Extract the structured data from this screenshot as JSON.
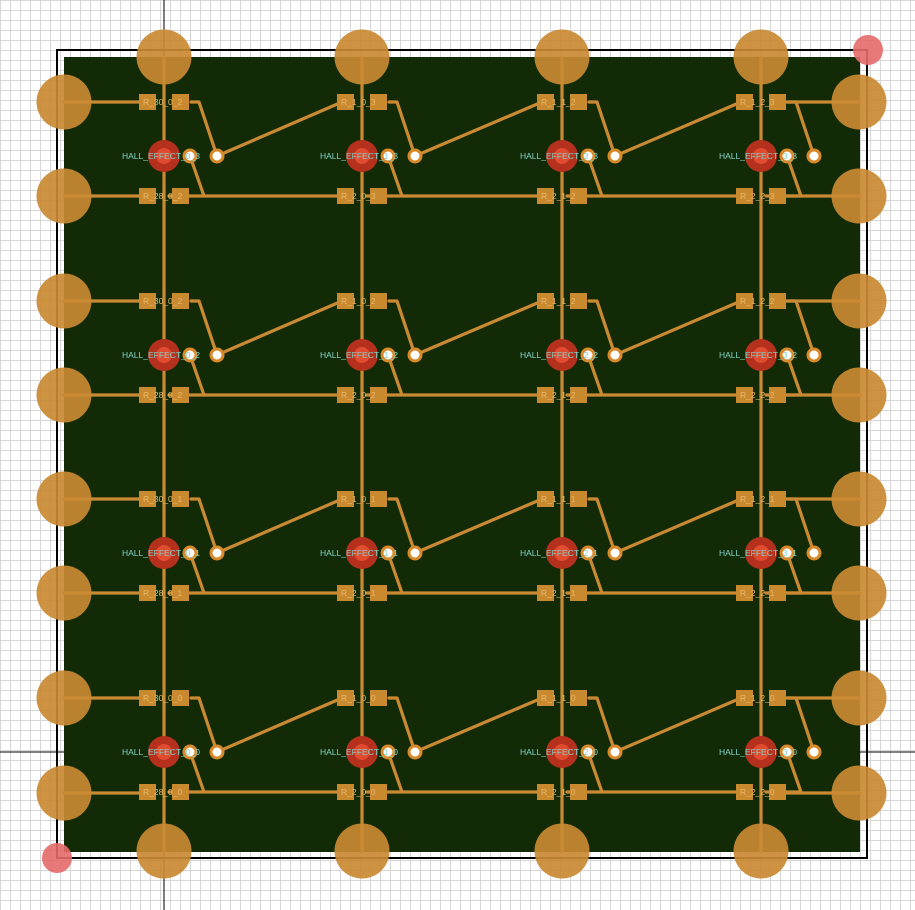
{
  "colors": {
    "board": "#132a07",
    "outline": "#000000",
    "trace": "#c98a33",
    "pad": "#c98a33",
    "smd_pad": "#c9892f",
    "smd_pad_text": "#e9b86a",
    "via_ring": "#d88a2a",
    "via_hole": "#ffffff",
    "sensor_outer": "#b5301d",
    "sensor_inner": "#e14b2f",
    "corner_marker": "#e46a6a",
    "silk_text": "#7fd4c8",
    "crosshair": "#000000"
  },
  "icons": {
    "via": "circle-ring",
    "mounting_pad": "filled-circle",
    "sensor": "red-circle",
    "smd_pad": "square-pad",
    "corner_marker": "red-dot"
  },
  "grid": {
    "rows": [
      {
        "suffix": "3",
        "pad_digits": [
          "2",
          "3",
          "2",
          "3"
        ]
      },
      {
        "suffix": "2",
        "pad_digits": [
          "2",
          "2",
          "2",
          "2"
        ]
      },
      {
        "suffix": "1",
        "pad_digits": [
          "1",
          "1",
          "1",
          "1"
        ]
      },
      {
        "suffix": "0",
        "pad_digits": [
          "0",
          "0",
          "0",
          "0"
        ]
      }
    ],
    "columns": [
      {
        "top": "R_30_0_",
        "bottom": "R_28_0_"
      },
      {
        "top": "R_1_0_",
        "bottom": "R_2_0_"
      },
      {
        "top": "R_1_1_",
        "bottom": "R_2_1_"
      },
      {
        "top": "R_1_2_",
        "bottom": "R_2_2_"
      }
    ],
    "sensor_prefix": "HALL_EFFECT_",
    "sensor_column_digits": [
      "0",
      "1",
      "2",
      "3"
    ]
  }
}
